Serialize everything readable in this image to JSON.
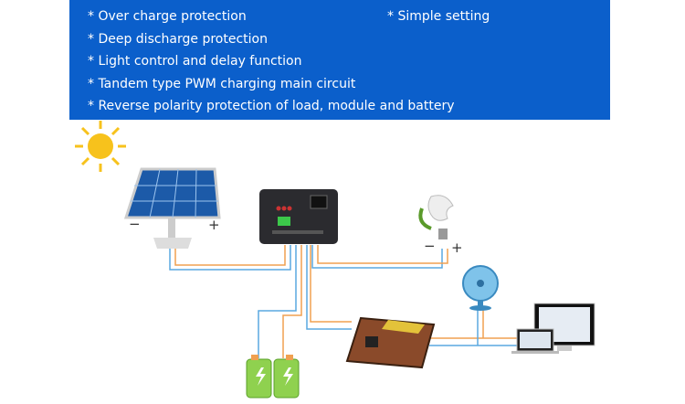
{
  "features": [
    "* Over charge protection",
    "* Deep discharge protection",
    "* Light control and delay function",
    "* Tandem type PWM charging main circuit",
    "* Reverse polarity protection of load, module and battery"
  ],
  "feature_right": "* Simple setting",
  "polarity": {
    "minus": "−",
    "plus": "+"
  },
  "colors": {
    "banner": "#0b5fcb",
    "wire_positive": "#f0a050",
    "wire_negative": "#5aa8e0"
  }
}
